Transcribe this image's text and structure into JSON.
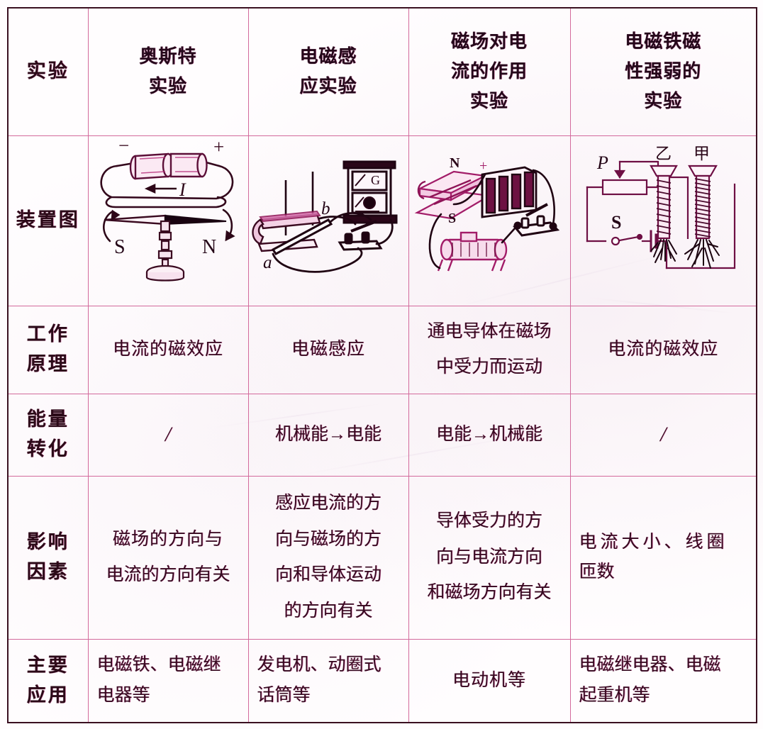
{
  "table": {
    "columns": [
      {
        "key": "label",
        "header": "实验"
      },
      {
        "key": "oersted",
        "header": "奥斯特\n实验",
        "header_lines": [
          "奥斯特",
          "实验"
        ]
      },
      {
        "key": "induction",
        "header": "电磁感\n应实验",
        "header_lines": [
          "电磁感",
          "应实验"
        ]
      },
      {
        "key": "force",
        "header": "磁场对电\n流的作用\n实验",
        "header_lines": [
          "磁场对电",
          "流的作用",
          "实验"
        ]
      },
      {
        "key": "electromagnet",
        "header": "电磁铁磁\n性强弱的\n实验",
        "header_lines": [
          "电磁铁磁",
          "性强弱的",
          "实验"
        ]
      }
    ],
    "rows": [
      {
        "label": "装置图",
        "label_lines": [
          "装置图"
        ],
        "type": "diagram",
        "cells": [
          {
            "diagram": "oersted-apparatus",
            "labels": [
              "−",
              "+",
              "I",
              "S",
              "N"
            ]
          },
          {
            "diagram": "induction-apparatus",
            "labels": [
              "a",
              "b",
              "G"
            ]
          },
          {
            "diagram": "magnetic-force-apparatus",
            "labels": [
              "N",
              "S",
              "+"
            ]
          },
          {
            "diagram": "electromagnet-circuit",
            "labels": [
              "P",
              "S",
              "乙",
              "甲"
            ]
          }
        ]
      },
      {
        "label": "工作原理",
        "label_lines": [
          "工作",
          "原理"
        ],
        "type": "text",
        "cells": [
          {
            "lines": [
              "电流的磁效应"
            ]
          },
          {
            "lines": [
              "电磁感应"
            ]
          },
          {
            "lines": [
              "通电导体在磁场",
              "中受力而运动"
            ]
          },
          {
            "lines": [
              "电流的磁效应"
            ]
          }
        ]
      },
      {
        "label": "能量转化",
        "label_lines": [
          "能量",
          "转化"
        ],
        "type": "text",
        "cells": [
          {
            "lines": [
              "/"
            ],
            "slash": true
          },
          {
            "lines": [
              "机械能→电能"
            ]
          },
          {
            "lines": [
              "电能→机械能"
            ]
          },
          {
            "lines": [
              "/"
            ],
            "slash": true
          }
        ]
      },
      {
        "label": "影响因素",
        "label_lines": [
          "影响",
          "因素"
        ],
        "type": "text",
        "cells": [
          {
            "lines": [
              "磁场的方向与",
              "电流的方向有关"
            ]
          },
          {
            "lines": [
              "感应电流的方",
              "向与磁场的方",
              "向和导体运动",
              "的方向有关"
            ]
          },
          {
            "lines": [
              "导体受力的方",
              "向与电流方向",
              "和磁场方向有关"
            ]
          },
          {
            "lines": [
              "电流大小、线圈",
              "匝数"
            ],
            "align": "left"
          }
        ]
      },
      {
        "label": "主要应用",
        "label_lines": [
          "主要",
          "应用"
        ],
        "type": "text",
        "cells": [
          {
            "lines": [
              "电磁铁、电磁继",
              "电器等"
            ],
            "align": "left"
          },
          {
            "lines": [
              "发电机、动圈式",
              "话筒等"
            ],
            "align": "left"
          },
          {
            "lines": [
              "电动机等"
            ]
          },
          {
            "lines": [
              "电磁继电器、电磁",
              "起重机等"
            ],
            "align": "left"
          }
        ]
      }
    ]
  },
  "colors": {
    "grid_line": "#d36a9c",
    "grid_line_strong": "#4a1428",
    "text": "#2b0a18",
    "accent_magenta": "#c42078",
    "ink_purple": "#5a1038",
    "paper": "#fffdfe"
  },
  "diagram_labels": {
    "oersted": {
      "minus": "−",
      "plus": "+",
      "current": "I",
      "south": "S",
      "north": "N"
    },
    "induction": {
      "a": "a",
      "b": "b",
      "galvanometer": "G"
    },
    "force": {
      "north": "N",
      "south": "S",
      "plus": "+"
    },
    "electromagnet": {
      "rheostat": "P",
      "switch": "S",
      "coil_b": "乙",
      "coil_a": "甲"
    }
  }
}
